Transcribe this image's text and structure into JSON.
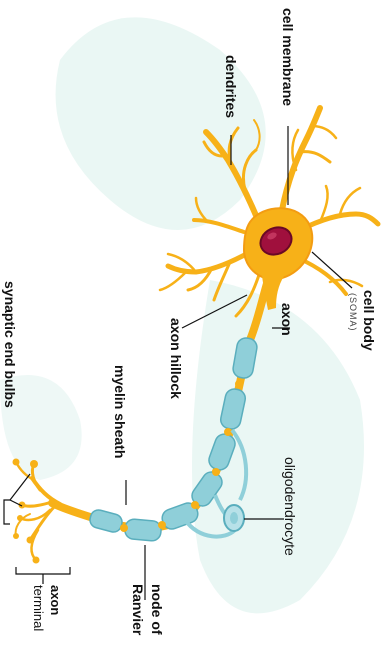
{
  "labels": {
    "cell_membrane": "cell membrane",
    "dendrites": "dendrites",
    "cell_body": "cell body",
    "soma": "(SOMA)",
    "axon": "axon",
    "axon_hillock": "axon hillock",
    "myelin_sheath": "myelin sheath",
    "oligodendrocyte": "oligodendrocyte",
    "synaptic_end_bulbs": "synaptic end bulbs",
    "node_of": "node of",
    "ranvier": "Ranvier",
    "axon_terminal_1": "axon",
    "axon_terminal_2": "terminal"
  },
  "colors": {
    "neuron_fill": "#f7b118",
    "neuron_outline": "#f39c12",
    "nucleus": "#a0103d",
    "nucleus_dark": "#6a0826",
    "myelin": "#8fcfd9",
    "myelin_dark": "#5aaebd",
    "background_shape": "#e8f6f3",
    "text": "#111111"
  }
}
